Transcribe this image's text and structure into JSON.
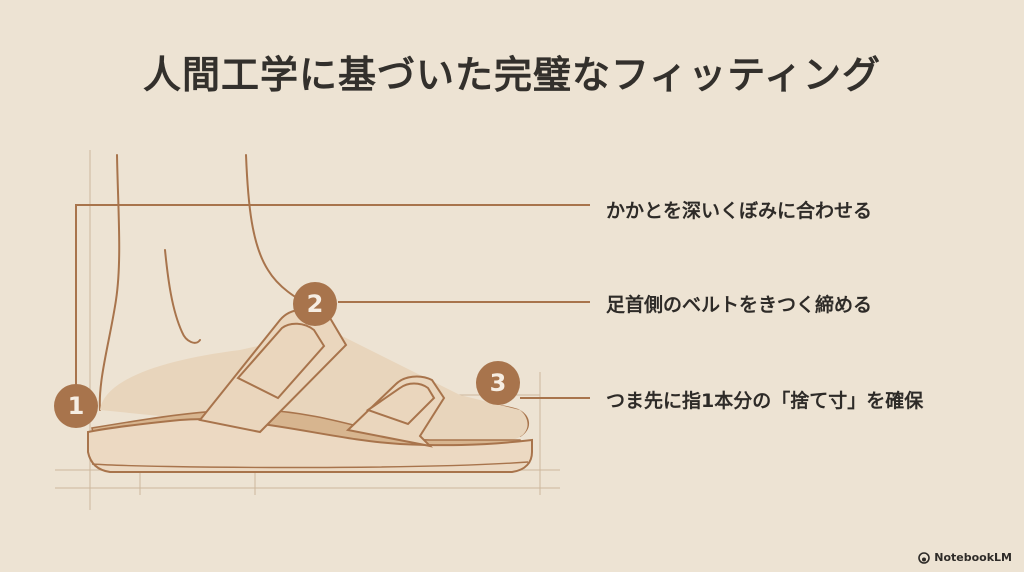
{
  "title": "人間工学に基づいた完璧なフィッティング",
  "callouts": [
    {
      "number": "1",
      "text": "かかとを深いくぼみに合わせる"
    },
    {
      "number": "2",
      "text": "足首側のベルトをきつく締める"
    },
    {
      "number": "3",
      "text": "つま先に指1本分の「捨て寸」を確保"
    }
  ],
  "watermark": "NotebookLM",
  "colors": {
    "background": "#ede3d3",
    "line": "#a8744c",
    "badge": "#a8744c",
    "text": "#2e2b28"
  }
}
